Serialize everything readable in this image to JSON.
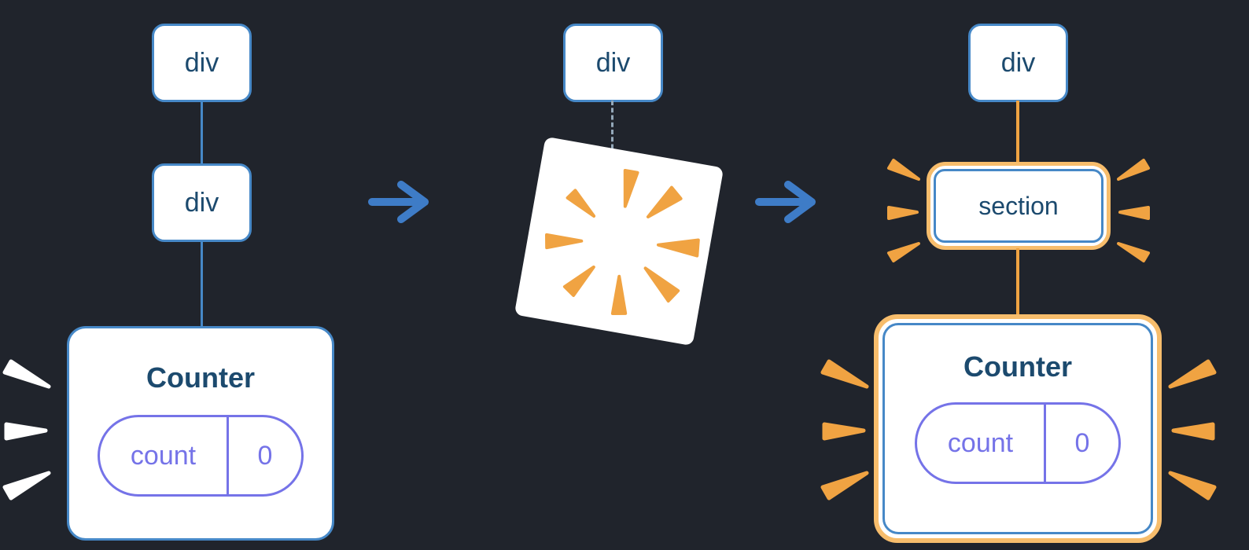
{
  "colors": {
    "background": "#20242c",
    "node_border_blue": "#4688c7",
    "text_navy": "#1c4a6e",
    "state_purple": "#7573e8",
    "arrow_blue": "#3e7cc7",
    "highlight_orange": "#f0a342",
    "highlight_ring_orange": "#f7bd6c",
    "dashed_edge_gray": "#93a7b8",
    "spark_white": "#ffffff"
  },
  "icons": {
    "arrow": "arrow-right",
    "poof": "poof-burst",
    "sparks": "emphasis-sparks"
  },
  "left_tree": {
    "node1_label": "div",
    "node2_label": "div",
    "counter": {
      "title": "Counter",
      "state_label": "count",
      "state_value": "0"
    }
  },
  "middle_tree": {
    "node_label": "div"
  },
  "right_tree": {
    "node_label": "div",
    "section_label": "section",
    "counter": {
      "title": "Counter",
      "state_label": "count",
      "state_value": "0"
    }
  }
}
